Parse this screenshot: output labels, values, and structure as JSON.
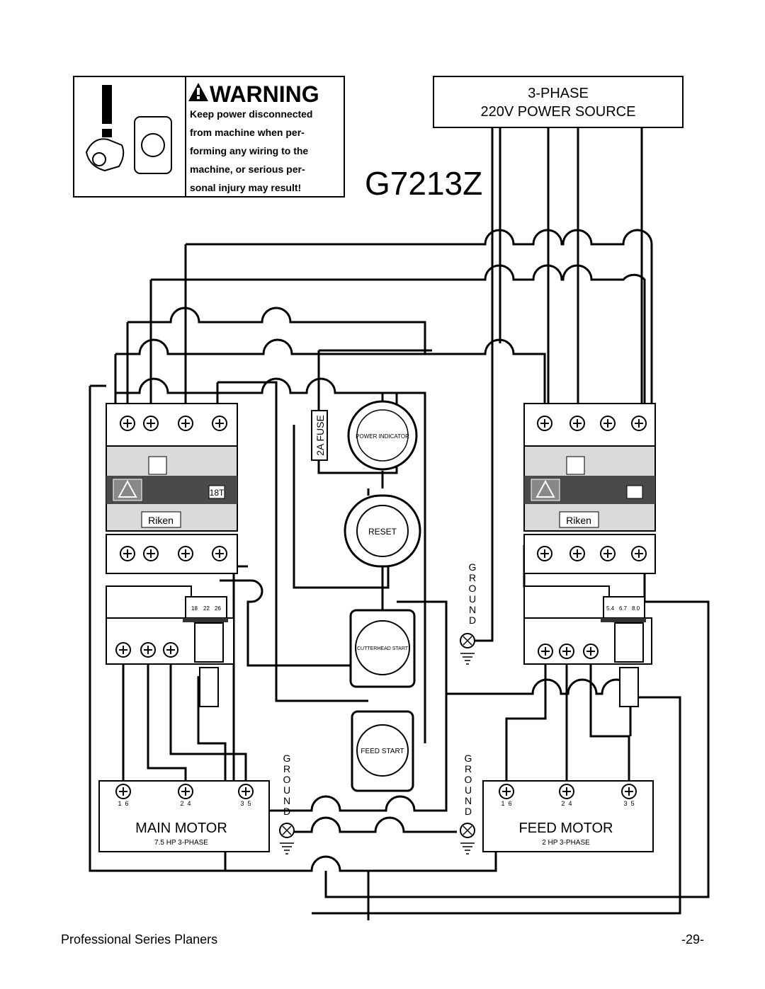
{
  "model": "G7213Z",
  "warning": {
    "title": "WARNING",
    "lines": [
      "Keep power disconnected",
      "from machine when per-",
      "forming any wiring to the",
      "machine, or serious per-",
      "sonal injury may result!"
    ]
  },
  "power_source": {
    "line1": "3-PHASE",
    "line2": "220V POWER SOURCE"
  },
  "fuse": "2A FUSE",
  "indicator": "POWER INDICATOR",
  "reset": "RESET",
  "cutterhead_start": "CUTTERHEAD START",
  "feed_start": "FEED START",
  "contactor_brand": "Riken",
  "contactor_timer": "18T",
  "left_overload_scale": [
    "18",
    "22",
    "26"
  ],
  "right_overload_scale": [
    "5.4",
    "6.7",
    "8.0"
  ],
  "ground_letters": [
    "G",
    "R",
    "O",
    "U",
    "N",
    "D"
  ],
  "main_motor": {
    "title": "MAIN MOTOR",
    "subtitle": "7.5 HP 3-PHASE",
    "terminals": [
      "1  6",
      "2  4",
      "3  5"
    ]
  },
  "feed_motor": {
    "title": "FEED MOTOR",
    "subtitle": "2 HP 3-PHASE",
    "terminals": [
      "1  6",
      "2  4",
      "3  5"
    ]
  },
  "footer": {
    "left": "Professional Series Planers",
    "right": "-29-"
  },
  "colors": {
    "ink": "#000000",
    "paper": "#ffffff",
    "contactor_gray": "#d9d9d9",
    "dark_panel": "#4a4a4a"
  }
}
